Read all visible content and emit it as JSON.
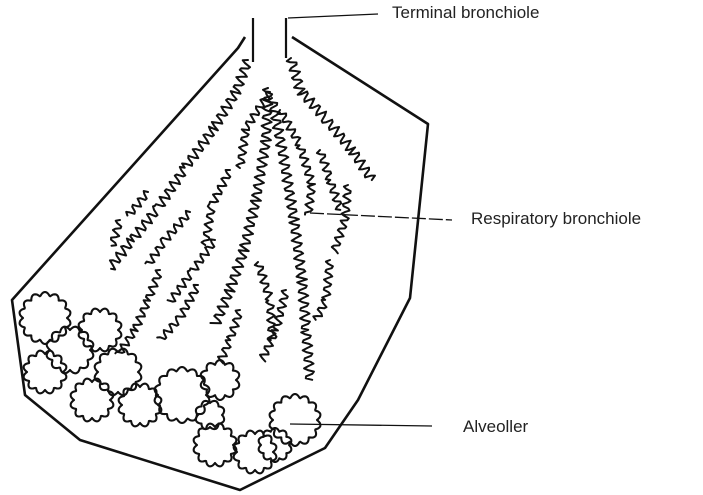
{
  "labels": {
    "terminal_bronchiole": "Terminal bronchiole",
    "respiratory_bronchiole": "Respiratory bronchiole",
    "alveoli": "Alveoller"
  }
}
